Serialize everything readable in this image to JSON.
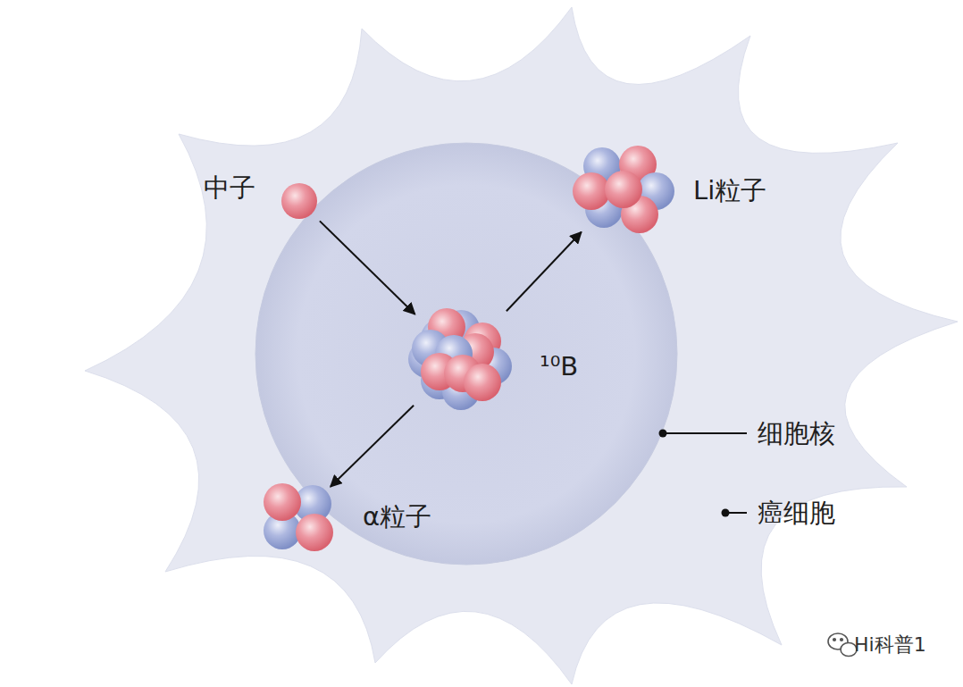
{
  "diagram": {
    "nodes": [
      {
        "text": [
          "癌细胞"
        ]
      },
      {
        "text": [
          "细胞核"
        ],
        "in": 0
      },
      {
        "text": [
          "中子"
        ],
        "in": 0
      },
      {
        "text": [
          "¹⁰B"
        ],
        "in": 1
      },
      {
        "text": [
          "Li粒子"
        ],
        "in": 0
      },
      {
        "text": [
          "α粒子"
        ],
        "in": 0
      }
    ],
    "edges": [
      {
        "from": 2,
        "to": 3,
        "arrow": "to"
      },
      {
        "from": 3,
        "to": 4,
        "arrow": "to"
      },
      {
        "from": 3,
        "to": 5,
        "arrow": "to"
      }
    ],
    "labels": [
      "Hi科普1"
    ]
  }
}
